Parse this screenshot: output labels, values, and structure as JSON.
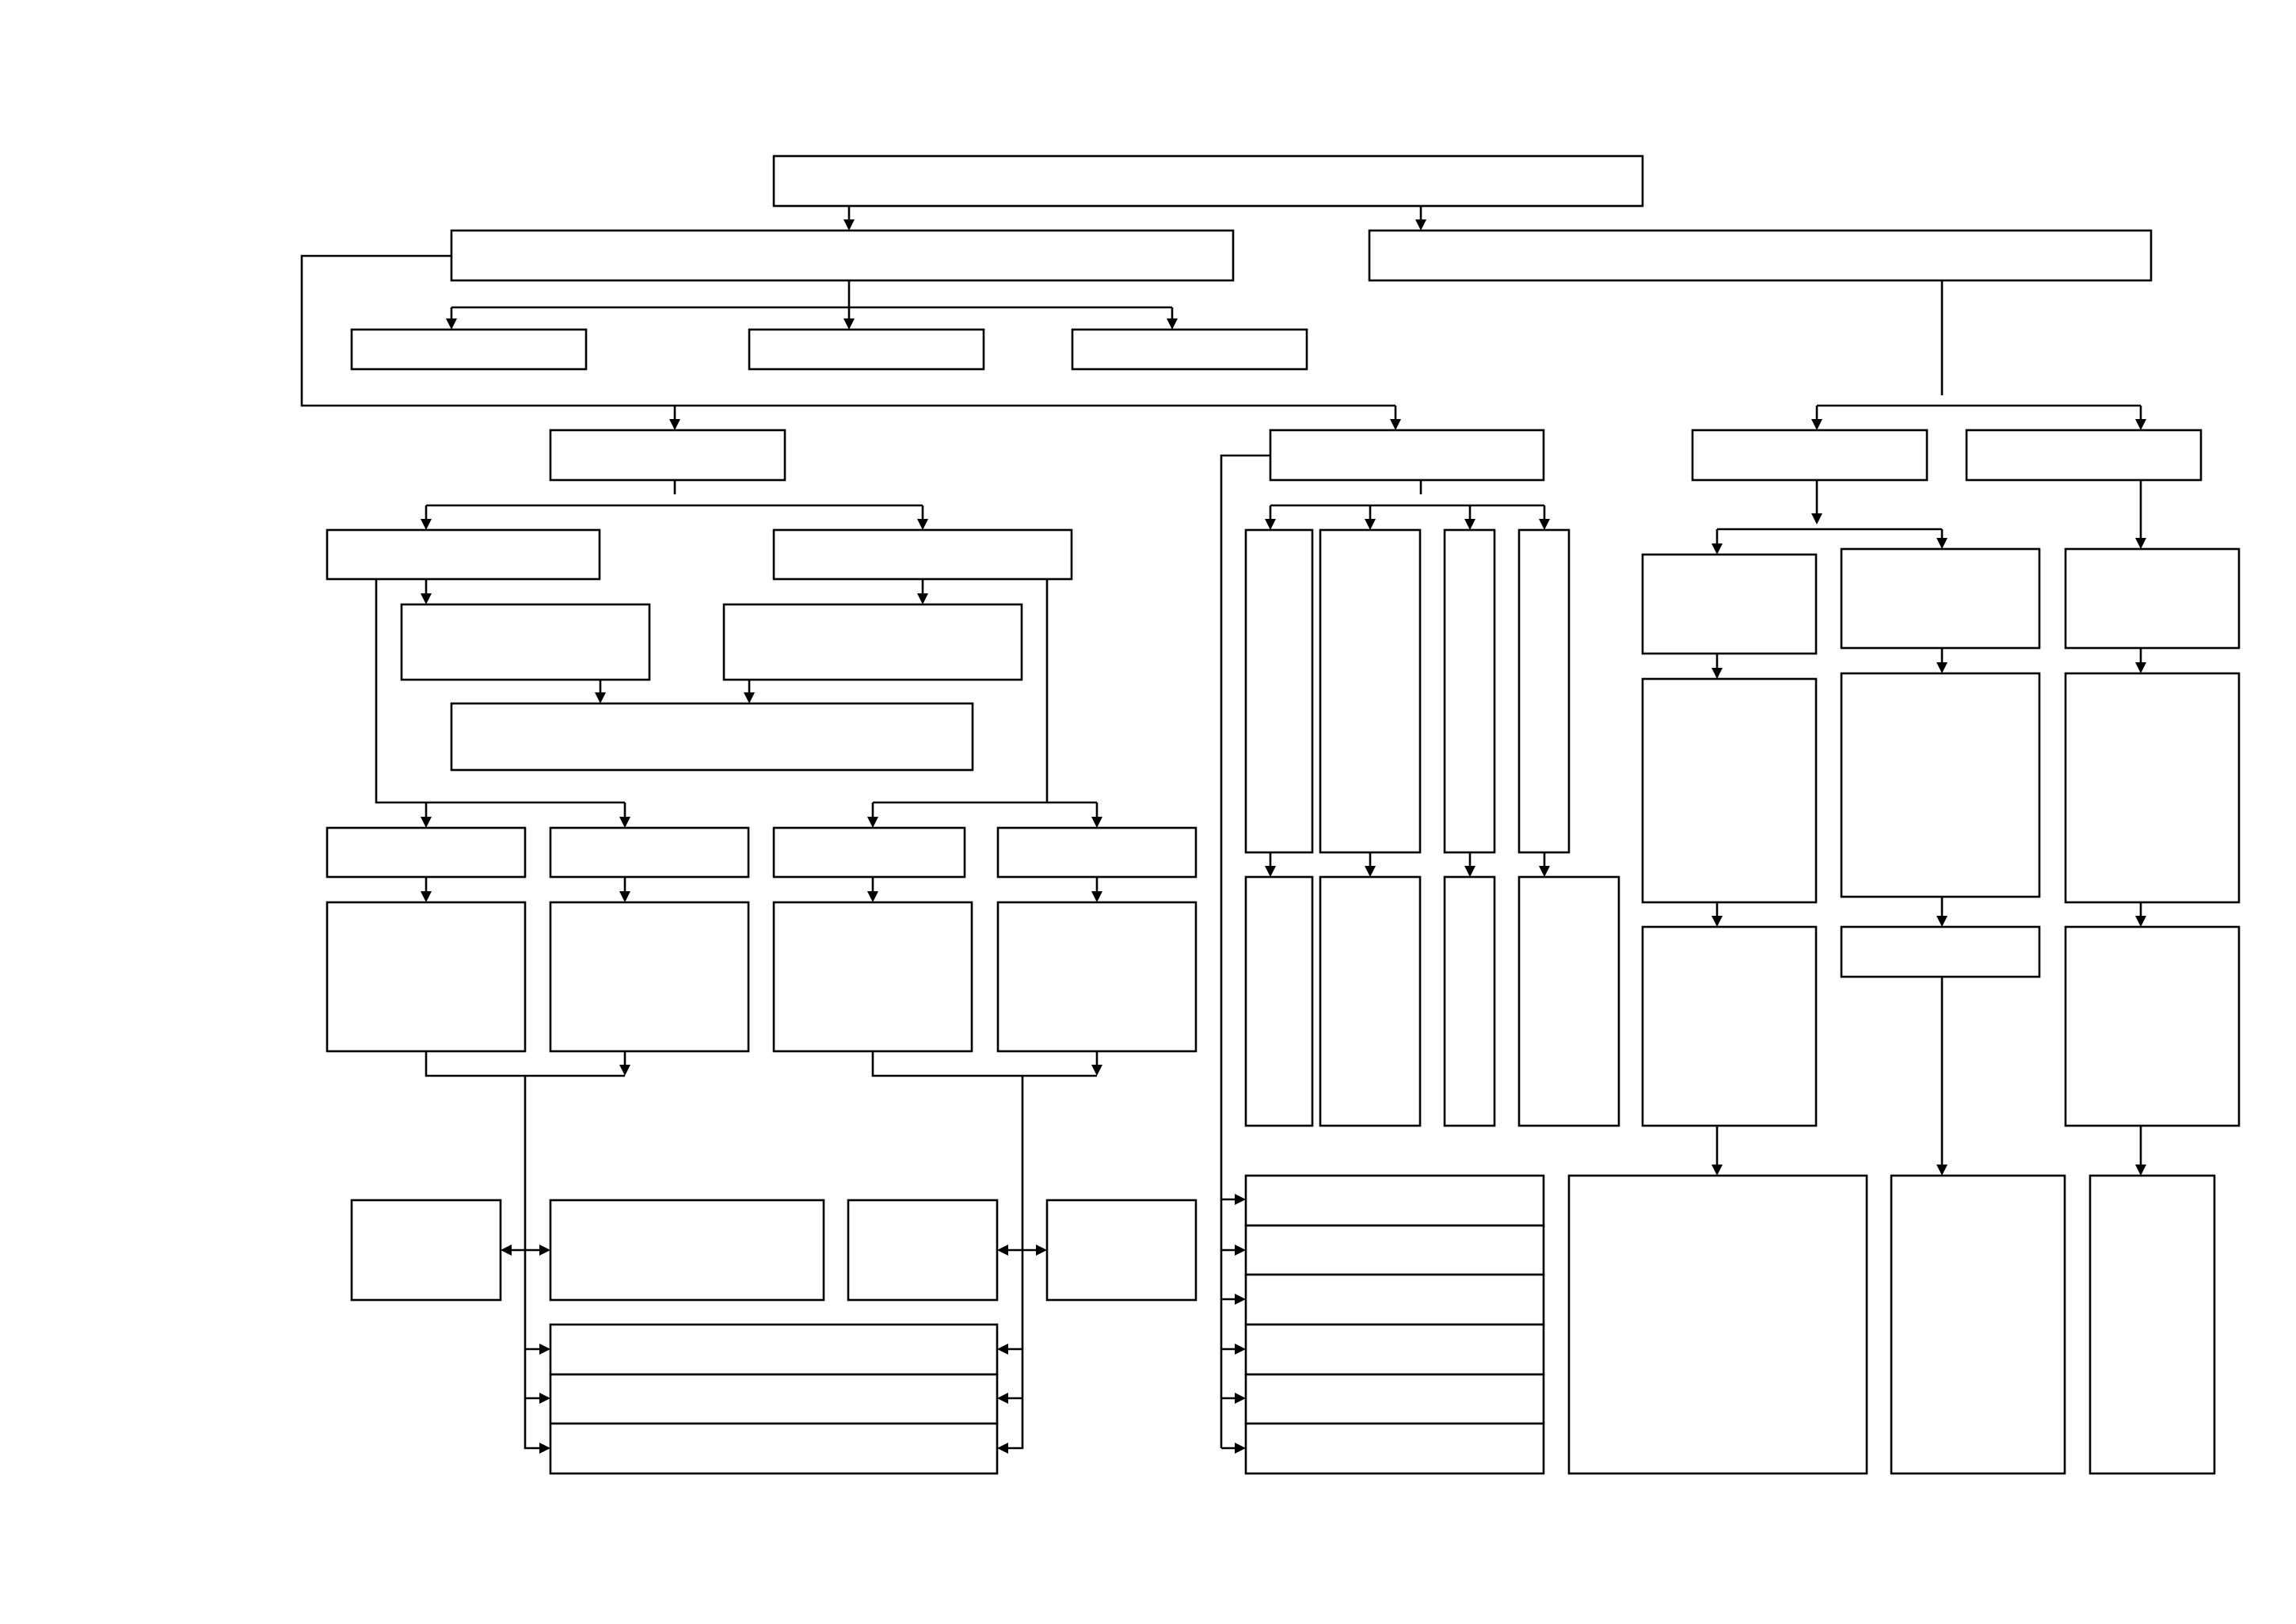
{
  "diagram": {
    "kind": "flowchart",
    "title": "",
    "colors": {
      "stroke": "#000000",
      "fill": "#ffffff",
      "background": "#ffffff"
    },
    "node_ids": [
      "root",
      "l1-left",
      "l1-right",
      "l1l-sub-1",
      "l1l-sub-2",
      "l1l-sub-3",
      "l2-left",
      "l2-middle",
      "l2-right-1",
      "l2-right-2",
      "l3-left-1",
      "l3-left-2",
      "l3-left-1-detail",
      "l3-left-2-detail",
      "l3-left-merge",
      "l4-a",
      "l4-b",
      "l4-c",
      "l4-d",
      "l5-a",
      "l5-b",
      "l5-c",
      "l5-d",
      "out-left-1",
      "out-left-2",
      "out-left-3",
      "out-left-4",
      "out-left-row-1",
      "out-left-row-2",
      "out-left-row-3",
      "mid-col-1-top",
      "mid-col-2-top",
      "mid-col-3-top",
      "mid-col-4-top",
      "mid-col-1-bottom",
      "mid-col-2-bottom",
      "mid-col-3-bottom",
      "mid-col-4-bottom",
      "mid-row-1",
      "mid-row-2",
      "mid-row-3",
      "mid-row-4",
      "mid-row-5",
      "mid-row-6",
      "right-a-1",
      "right-b-1",
      "right-c-1",
      "right-a-2",
      "right-b-2",
      "right-c-2",
      "right-a-3",
      "right-b-3",
      "right-c-3",
      "right-a-out",
      "right-b-out",
      "right-c-out"
    ],
    "edges": [
      [
        "root",
        "l1-left"
      ],
      [
        "root",
        "l1-right"
      ],
      [
        "l1-left",
        "l1l-sub-1"
      ],
      [
        "l1-left",
        "l1l-sub-2"
      ],
      [
        "l1-left",
        "l1l-sub-3"
      ],
      [
        "l1-left",
        "l2-left"
      ],
      [
        "l1-left",
        "l2-middle"
      ],
      [
        "l1-right",
        "l2-right-1"
      ],
      [
        "l1-right",
        "l2-right-2"
      ],
      [
        "l2-left",
        "l3-left-1"
      ],
      [
        "l2-left",
        "l3-left-2"
      ],
      [
        "l3-left-1",
        "l3-left-1-detail"
      ],
      [
        "l3-left-2",
        "l3-left-2-detail"
      ],
      [
        "l3-left-1-detail",
        "l3-left-merge"
      ],
      [
        "l3-left-2-detail",
        "l3-left-merge"
      ],
      [
        "l3-left-1",
        "l4-a"
      ],
      [
        "l3-left-1",
        "l4-b"
      ],
      [
        "l3-left-2",
        "l4-c"
      ],
      [
        "l3-left-2",
        "l4-d"
      ],
      [
        "l4-a",
        "l5-a"
      ],
      [
        "l4-b",
        "l5-b"
      ],
      [
        "l4-c",
        "l5-c"
      ],
      [
        "l4-d",
        "l5-d"
      ],
      [
        "l2-middle",
        "mid-col-1-top"
      ],
      [
        "l2-middle",
        "mid-col-2-top"
      ],
      [
        "l2-middle",
        "mid-col-3-top"
      ],
      [
        "l2-middle",
        "mid-col-4-top"
      ],
      [
        "mid-col-1-top",
        "mid-col-1-bottom"
      ],
      [
        "mid-col-2-top",
        "mid-col-2-bottom"
      ],
      [
        "mid-col-3-top",
        "mid-col-3-bottom"
      ],
      [
        "mid-col-4-top",
        "mid-col-4-bottom"
      ],
      [
        "l2-middle",
        "mid-row-1"
      ],
      [
        "l2-middle",
        "mid-row-2"
      ],
      [
        "l2-middle",
        "mid-row-3"
      ],
      [
        "l2-middle",
        "mid-row-4"
      ],
      [
        "l2-middle",
        "mid-row-5"
      ],
      [
        "l2-middle",
        "mid-row-6"
      ],
      [
        "l2-right-1",
        "right-a-1"
      ],
      [
        "l2-right-1",
        "right-b-1"
      ],
      [
        "l2-right-2",
        "right-c-1"
      ],
      [
        "right-a-1",
        "right-a-2"
      ],
      [
        "right-b-1",
        "right-b-2"
      ],
      [
        "right-c-1",
        "right-c-2"
      ],
      [
        "right-a-2",
        "right-a-3"
      ],
      [
        "right-b-2",
        "right-b-3"
      ],
      [
        "right-c-2",
        "right-c-3"
      ],
      [
        "right-a-3",
        "right-a-out"
      ],
      [
        "right-b-3",
        "right-b-out"
      ],
      [
        "right-c-3",
        "right-c-out"
      ]
    ]
  }
}
